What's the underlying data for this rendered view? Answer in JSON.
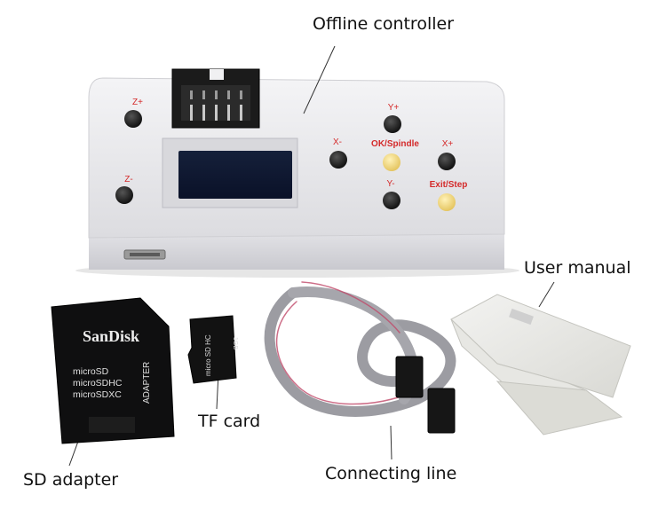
{
  "callouts": {
    "offline_controller": "Offline controller",
    "user_manual": "User manual",
    "tf_card": "TF card",
    "sd_adapter": "SD adapter",
    "connecting_line": "Connecting line"
  },
  "controller": {
    "buttons": {
      "z_plus": "Z+",
      "z_minus": "Z-",
      "y_plus": "Y+",
      "y_minus": "Y-",
      "x_minus": "X-",
      "x_plus": "X+",
      "ok_spindle": "OK/Spindle",
      "exit_step": "Exit/Step"
    },
    "label_color": "#d42a2a",
    "body_color": "#ececee"
  },
  "sd_adapter": {
    "brand": "SanDisk",
    "formats": [
      "microSD",
      "microSDHC",
      "microSDXC"
    ],
    "side_text": "ADAPTER"
  },
  "tf_card": {
    "brand": "micro SD HC",
    "capacity": "1GB"
  }
}
